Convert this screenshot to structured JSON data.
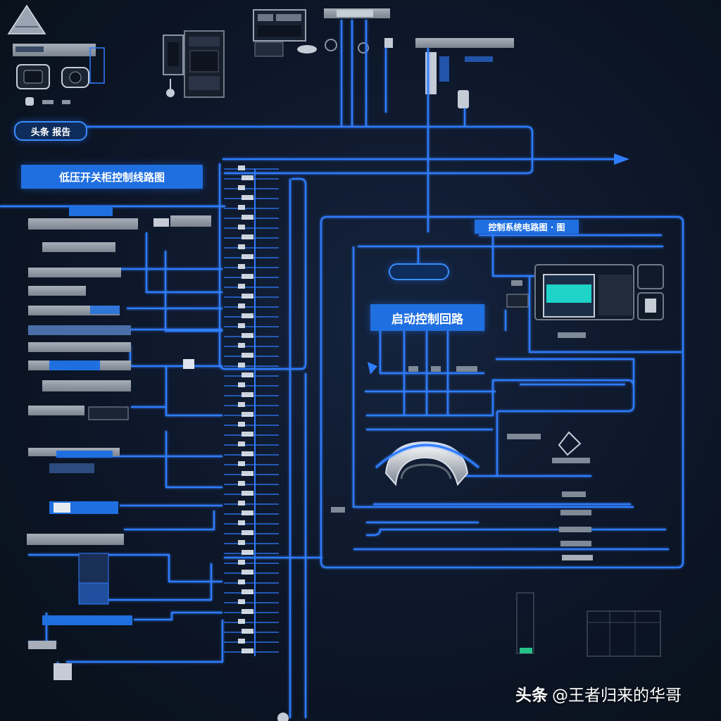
{
  "labels": {
    "top_left_tag": "头条 报告",
    "left_panel_header": "低压开关柜控制线路图",
    "right_panel_header": "控制系统电路图 ·  图",
    "center_title": "启动控制回路"
  },
  "watermark": {
    "brand": "头条",
    "handle": "@王者归来的华哥"
  },
  "colors": {
    "background": "#0b1322",
    "wire": "#2f7dff",
    "label": "#1f6fe0",
    "screen": "#1ed3c8",
    "gray_block": "#8e96a2"
  }
}
